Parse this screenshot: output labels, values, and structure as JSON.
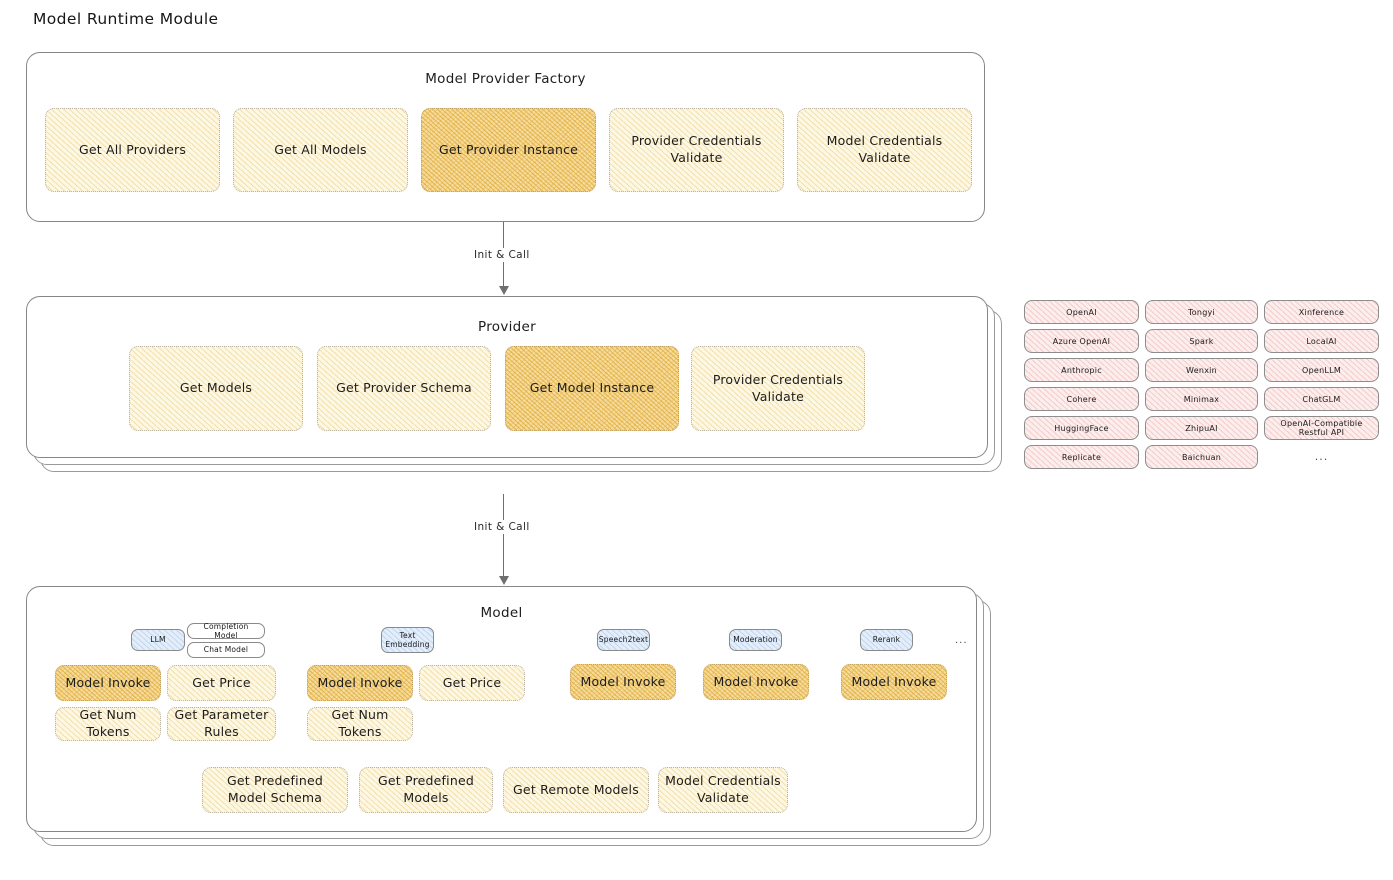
{
  "title": "Model Runtime Module",
  "colors": {
    "highlight_fill": "#f7dc9e",
    "light_fill": "#fdf7e3",
    "provider_fill": "#fdeeee",
    "badge_fill": "#e3eefa",
    "stroke": "#868686",
    "text": "#1e1e1e"
  },
  "sections": {
    "factory": {
      "title": "Model Provider Factory",
      "items": [
        {
          "label": "Get All Providers",
          "highlight": false
        },
        {
          "label": "Get All Models",
          "highlight": false
        },
        {
          "label": "Get Provider Instance",
          "highlight": true
        },
        {
          "label": "Provider Credentials Validate",
          "highlight": false
        },
        {
          "label": "Model Credentials Validate",
          "highlight": false
        }
      ]
    },
    "provider": {
      "title": "Provider",
      "items": [
        {
          "label": "Get Models",
          "highlight": false
        },
        {
          "label": "Get Provider Schema",
          "highlight": false
        },
        {
          "label": "Get Model Instance",
          "highlight": true
        },
        {
          "label": "Provider Credentials Validate",
          "highlight": false
        }
      ]
    },
    "model": {
      "title": "Model",
      "badges": [
        {
          "label": "LLM",
          "style": "blue"
        },
        {
          "label": "Completion Model",
          "style": "plain"
        },
        {
          "label": "Chat Model",
          "style": "plain"
        },
        {
          "label": "Text Embedding",
          "style": "blue"
        },
        {
          "label": "Speech2text",
          "style": "blue"
        },
        {
          "label": "Moderation",
          "style": "blue"
        },
        {
          "label": "Rerank",
          "style": "blue"
        }
      ],
      "badge_ellipsis": "...",
      "columns": [
        {
          "type": "LLM",
          "items": [
            {
              "label": "Model Invoke",
              "highlight": true
            },
            {
              "label": "Get Price",
              "highlight": false
            },
            {
              "label": "Get Num Tokens",
              "highlight": false
            },
            {
              "label": "Get Parameter Rules",
              "highlight": false
            }
          ]
        },
        {
          "type": "Text Embedding",
          "items": [
            {
              "label": "Model Invoke",
              "highlight": true
            },
            {
              "label": "Get Price",
              "highlight": false
            },
            {
              "label": "Get Num Tokens",
              "highlight": false
            }
          ]
        },
        {
          "type": "Speech2text",
          "items": [
            {
              "label": "Model Invoke",
              "highlight": true
            }
          ]
        },
        {
          "type": "Moderation",
          "items": [
            {
              "label": "Model Invoke",
              "highlight": true
            }
          ]
        },
        {
          "type": "Rerank",
          "items": [
            {
              "label": "Model Invoke",
              "highlight": true
            }
          ]
        }
      ],
      "common_items": [
        {
          "label": "Get Predefined Model Schema",
          "highlight": false
        },
        {
          "label": "Get Predefined Models",
          "highlight": false
        },
        {
          "label": "Get Remote Models",
          "highlight": false
        },
        {
          "label": "Model Credentials Validate",
          "highlight": false
        }
      ]
    }
  },
  "connectors": [
    {
      "label": "Init & Call"
    },
    {
      "label": "Init & Call"
    }
  ],
  "provider_list": {
    "columns": [
      [
        "OpenAI",
        "Azure OpenAI",
        "Anthropic",
        "Cohere",
        "HuggingFace",
        "Replicate"
      ],
      [
        "Tongyi",
        "Spark",
        "Wenxin",
        "Minimax",
        "ZhipuAI",
        "Baichuan"
      ],
      [
        "Xinference",
        "LocalAI",
        "OpenLLM",
        "ChatGLM",
        "OpenAI-Compatible Restful API"
      ]
    ],
    "ellipsis": "..."
  }
}
